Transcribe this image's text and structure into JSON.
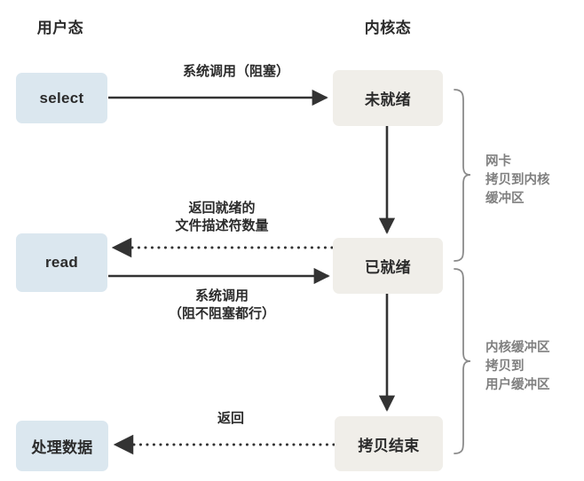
{
  "diagram": {
    "title_user": "用户态",
    "title_kernel": "内核态",
    "columns": [
      {
        "id": "user",
        "label": "用户态"
      },
      {
        "id": "kernel",
        "label": "内核态"
      }
    ],
    "nodes": [
      {
        "id": "select",
        "label": "select",
        "side": "user",
        "color": "#dbe7ef"
      },
      {
        "id": "read",
        "label": "read",
        "side": "user",
        "color": "#dbe7ef"
      },
      {
        "id": "process-data",
        "label": "处理数据",
        "side": "user",
        "color": "#dbe7ef"
      },
      {
        "id": "not-ready",
        "label": "未就绪",
        "side": "kernel",
        "color": "#f0eee9"
      },
      {
        "id": "ready",
        "label": "已就绪",
        "side": "kernel",
        "color": "#f0eee9"
      },
      {
        "id": "copy-done",
        "label": "拷贝结束",
        "side": "kernel",
        "color": "#f0eee9"
      }
    ],
    "edges": [
      {
        "id": "select-to-not-ready",
        "from": "select",
        "to": "not-ready",
        "style": "solid",
        "label": "系统调用（阻塞）"
      },
      {
        "id": "not-ready-to-ready",
        "from": "not-ready",
        "to": "ready",
        "style": "solid",
        "label": ""
      },
      {
        "id": "ready-to-read",
        "from": "ready",
        "to": "read",
        "style": "dotted",
        "label": "返回就绪的\n文件描述符数量"
      },
      {
        "id": "read-to-ready",
        "from": "read",
        "to": "ready",
        "style": "solid",
        "label": "系统调用\n（阻不阻塞都行）"
      },
      {
        "id": "ready-to-copy-done",
        "from": "ready",
        "to": "copy-done",
        "style": "solid",
        "label": ""
      },
      {
        "id": "copy-done-to-process",
        "from": "copy-done",
        "to": "process-data",
        "style": "dotted",
        "label": "返回"
      }
    ],
    "braces": [
      {
        "id": "nic-to-kernel-buffer",
        "label": "网卡\n拷贝到内核\n缓冲区",
        "color": "#808080"
      },
      {
        "id": "kernel-to-user-buffer",
        "label": "内核缓冲区\n拷贝到\n用户缓冲区",
        "color": "#808080"
      }
    ],
    "colors": {
      "user_node": "#dbe7ef",
      "kernel_node": "#f0eee9",
      "arrow": "#333333",
      "brace": "#8a8a8a",
      "text": "#2b2b2b",
      "muted_text": "#808080",
      "background": "#ffffff"
    }
  }
}
